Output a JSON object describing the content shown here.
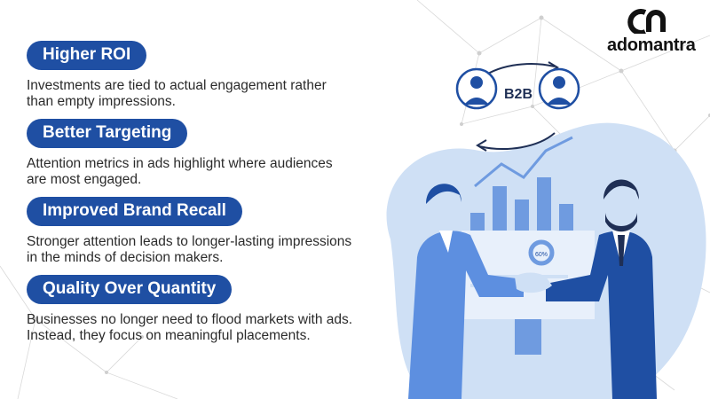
{
  "brand": {
    "name": "adomantra",
    "colors": {
      "primary": "#1f4fa3",
      "light": "#cfe0f5",
      "mid": "#6f9be0",
      "text": "#2b2b2b"
    }
  },
  "benefits": [
    {
      "title": "Higher ROI",
      "description": "Investments are tied to actual engagement rather than empty impressions."
    },
    {
      "title": "Better Targeting",
      "description": "Attention metrics in ads highlight where audiences are most engaged."
    },
    {
      "title": "Improved Brand Recall",
      "description": "Stronger attention leads to longer-lasting impressions in the minds of decision makers."
    },
    {
      "title": "Quality Over Quantity",
      "description": "Businesses no longer need to flood markets with ads. Instead, they focus on meaningful placements."
    }
  ],
  "illustration": {
    "badge_text": "B2B",
    "gauge_text": "60%",
    "icons": [
      "person-icon",
      "person-icon",
      "cycle-arrows-icon",
      "bar-chart-icon",
      "line-chart-icon",
      "gauge-icon",
      "handshake-icon"
    ]
  }
}
